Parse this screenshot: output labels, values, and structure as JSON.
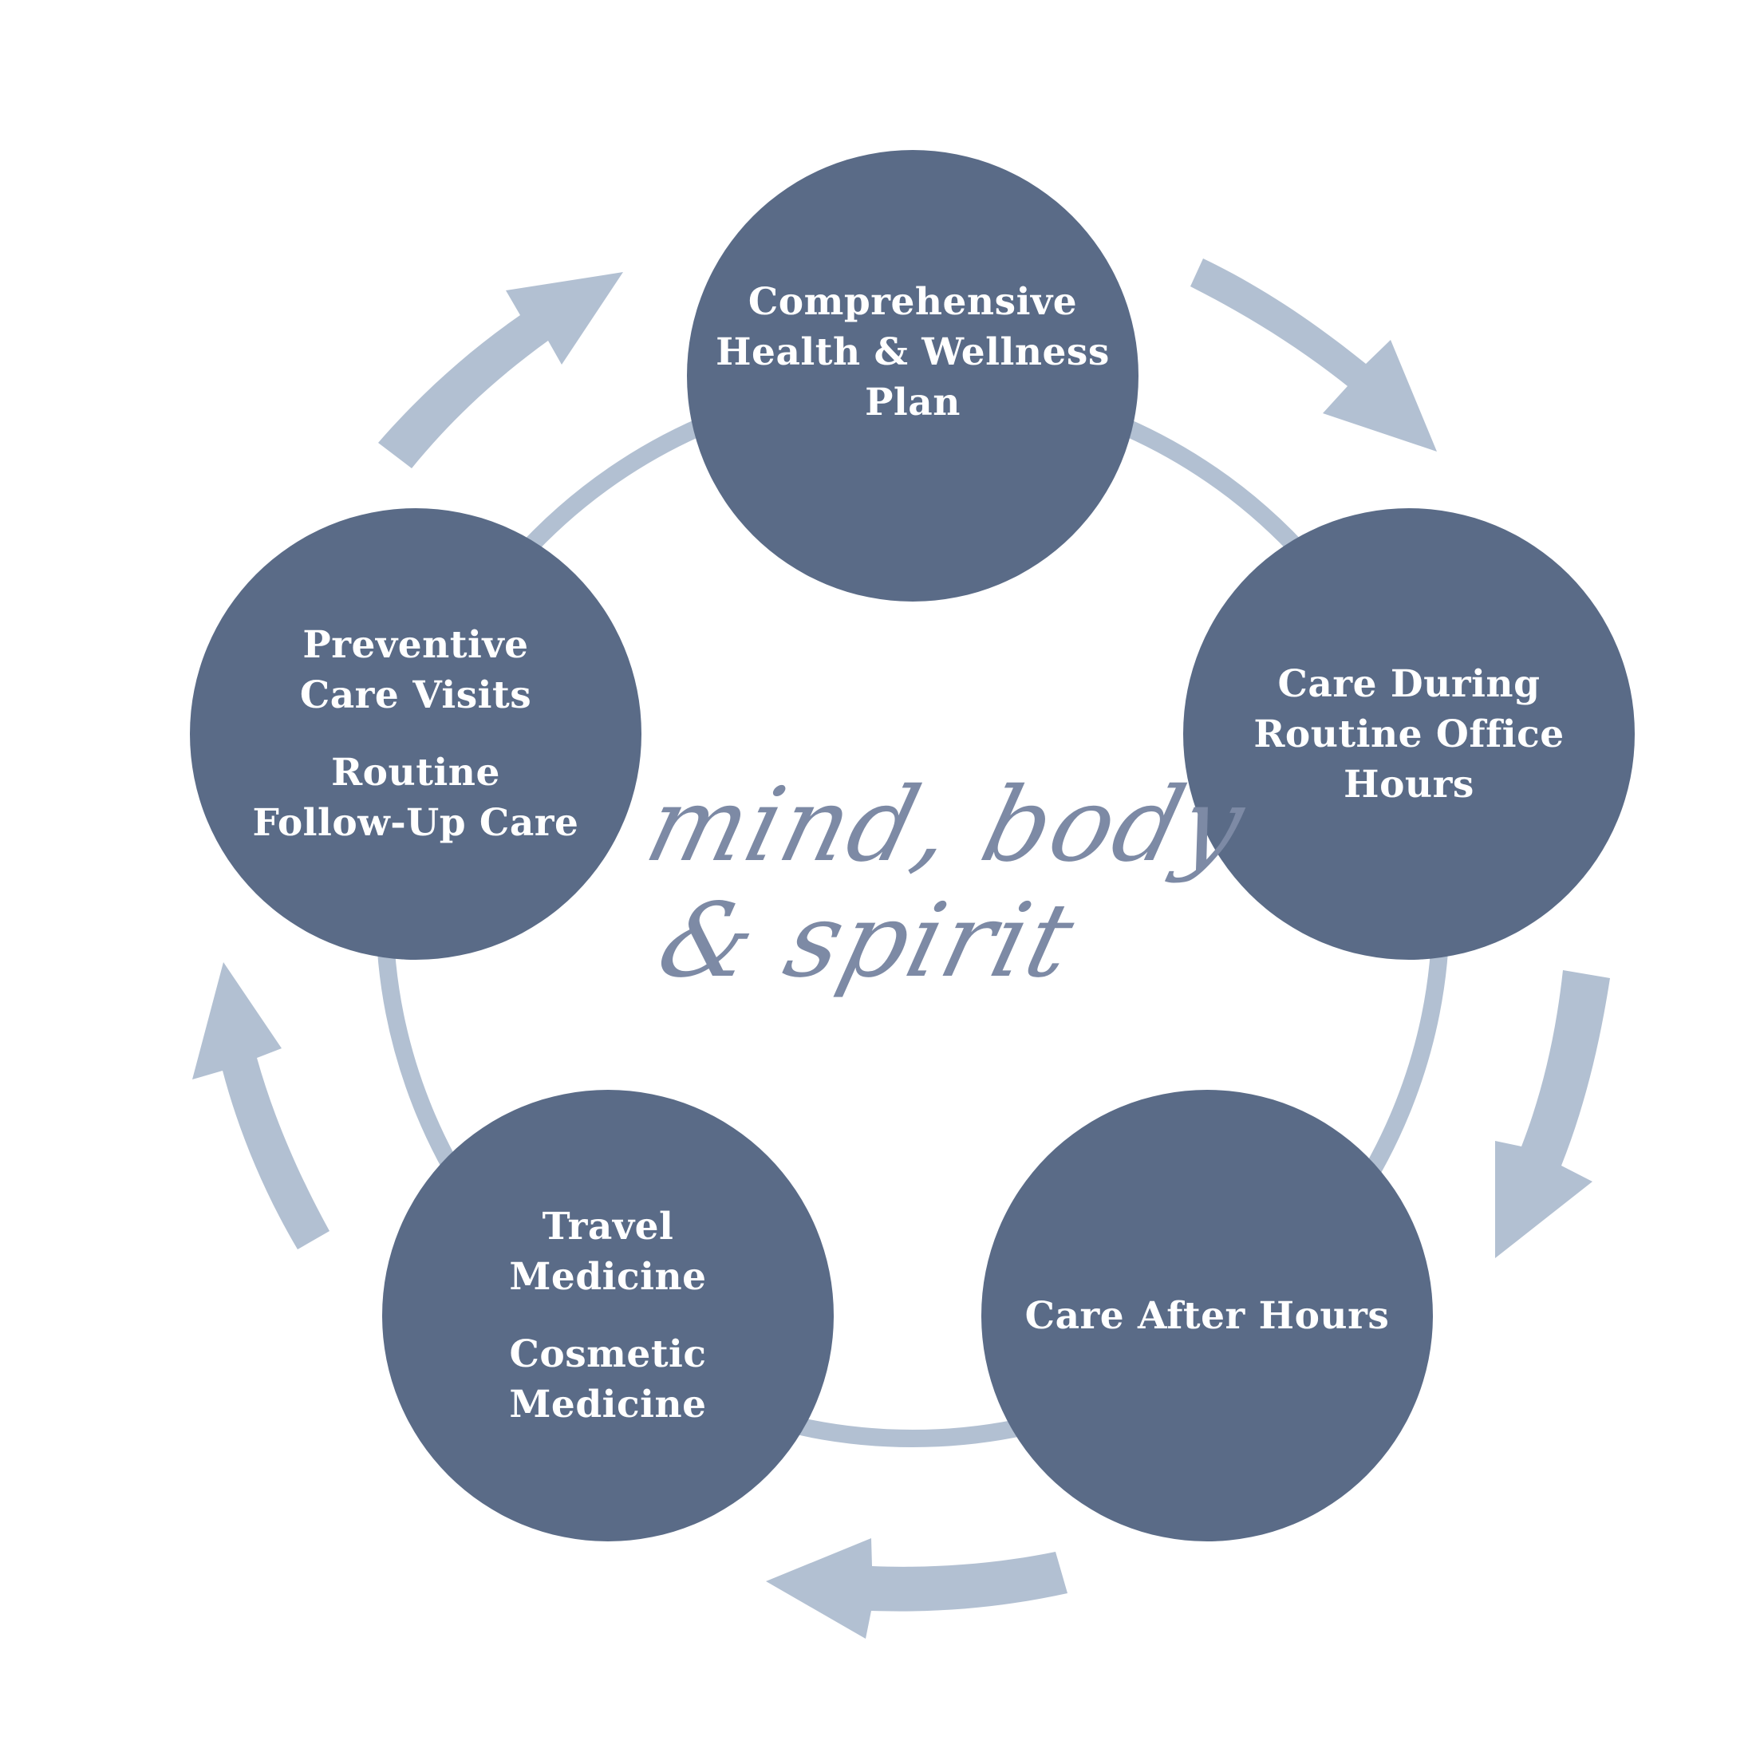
{
  "colors": {
    "circle_fill": "#5a6b87",
    "arrow_fill": "#b2c0d2",
    "ring_stroke": "#b2c0d2",
    "tagline_text": "#7d8aa5",
    "node_text": "#ffffff"
  },
  "nodes": [
    {
      "lines": [
        "Comprehensive",
        "Health & Wellness",
        "Plan"
      ]
    },
    {
      "lines": [
        "Care During",
        "Routine Office",
        "Hours"
      ]
    },
    {
      "lines": [
        "Care After Hours"
      ]
    },
    {
      "lines": [
        "Travel",
        "Medicine"
      ],
      "lines2": [
        "Cosmetic",
        "Medicine"
      ]
    },
    {
      "lines": [
        "Preventive",
        "Care Visits"
      ],
      "lines2": [
        "Routine",
        "Follow-Up Care"
      ]
    }
  ],
  "center_text": {
    "line1": "mind, body",
    "line2": "& spirit"
  },
  "cycle_direction": "clockwise"
}
